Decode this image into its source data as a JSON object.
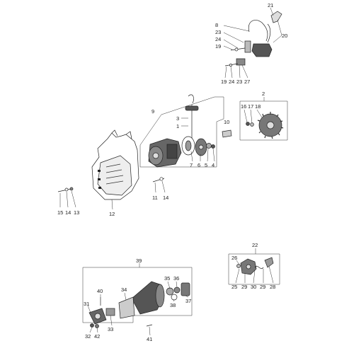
{
  "labels": {
    "l21": "21",
    "l8": "8",
    "l23a": "23",
    "l24a": "24",
    "l19a": "19",
    "l20": "20",
    "l19b": "19",
    "l24b": "24",
    "l23b": "23",
    "l27": "27",
    "l9": "9",
    "l3": "3",
    "l1": "1",
    "l7": "7",
    "l6": "6",
    "l5": "5",
    "l4": "4",
    "l10": "10",
    "l2": "2",
    "l16": "16",
    "l17": "17",
    "l18": "18",
    "l11": "11",
    "l14a": "14",
    "l12": "12",
    "l15": "15",
    "l14b": "14",
    "l13": "13",
    "l22": "22",
    "l26": "26",
    "l25": "25",
    "l29a": "29",
    "l30": "30",
    "l29b": "29",
    "l28": "28",
    "l39": "39",
    "l35": "35",
    "l36": "36",
    "l40": "40",
    "l34": "34",
    "l38": "38",
    "l37": "37",
    "l31": "31",
    "l32": "32",
    "l42": "42",
    "l33": "33",
    "l41": "41"
  }
}
